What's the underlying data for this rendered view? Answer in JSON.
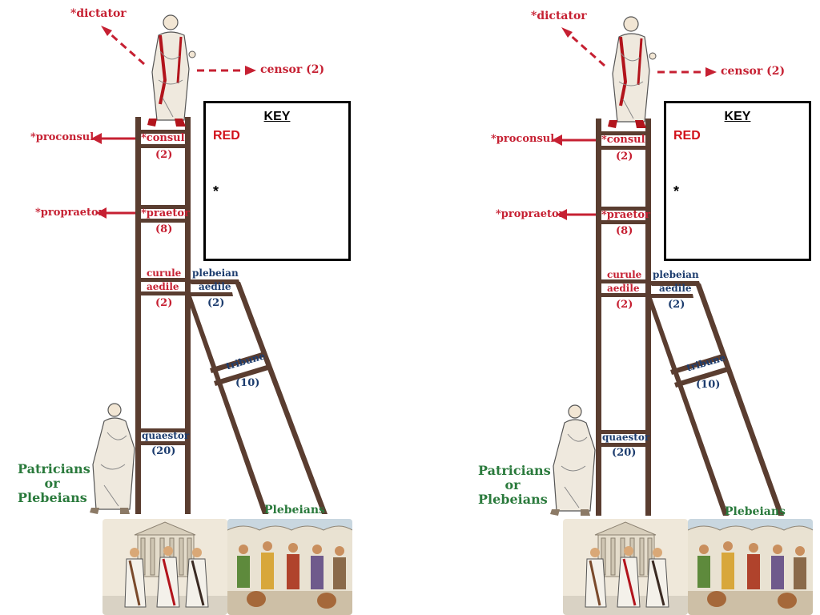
{
  "offices": {
    "dictator": "*dictator",
    "censor": "censor (2)",
    "proconsul": "*proconsul",
    "consul": "*consul",
    "consul_count": "(2)",
    "propraetor": "*propraetor",
    "praetor": "*praetor",
    "praetor_count": "(8)",
    "curule_1": "curule",
    "curule_2": "aedile",
    "curule_count": "(2)",
    "plebeian_1": "plebeian",
    "plebeian_2": "aedile",
    "plebeian_count": "(2)",
    "tribune": "tribune",
    "tribune_count": "(10)",
    "quaestor": "quaestor",
    "quaestor_count": "(20)"
  },
  "groups": {
    "patricians_1": "Patricians",
    "patricians_2": "or",
    "patricians_3": "Plebeians",
    "plebeians": "Plebeians"
  },
  "key": {
    "title": "KEY",
    "red": "RED",
    "star": "*"
  },
  "colors": {
    "red": "#c62032",
    "blue": "#1c3c6e",
    "green": "#2a7a3c",
    "ladder": "#5a3d30"
  }
}
